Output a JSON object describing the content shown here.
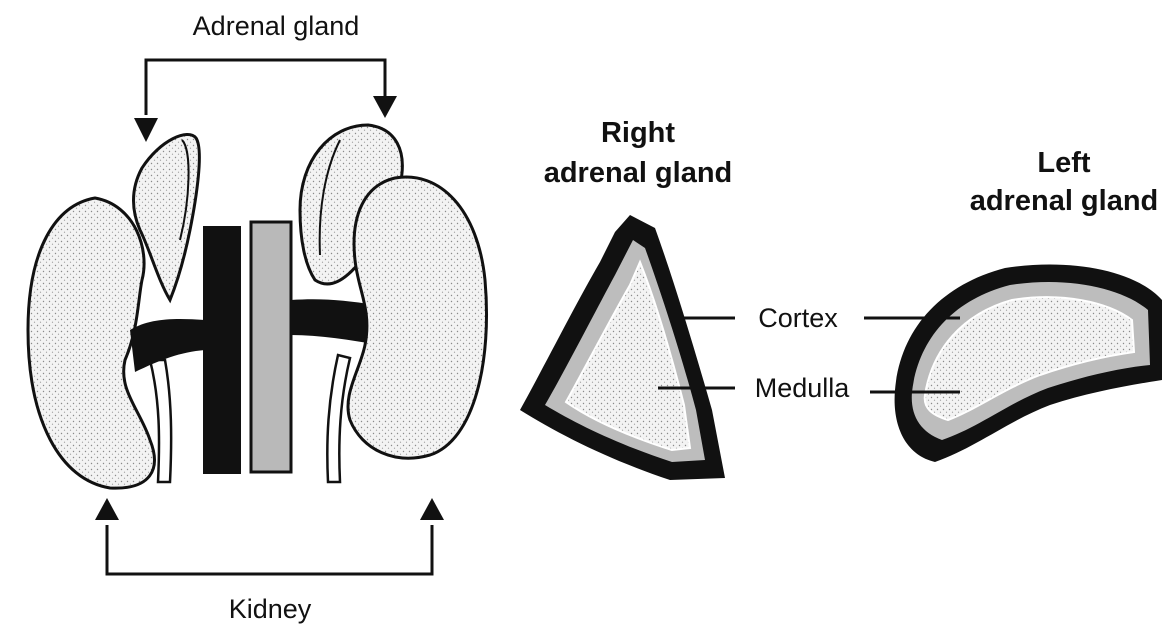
{
  "labels": {
    "adrenal_gland_top": "Adrenal gland",
    "kidney_bottom": "Kidney",
    "right_title_line1": "Right",
    "right_title_line2": "adrenal gland",
    "left_title_line1": "Left",
    "left_title_line2": "adrenal gland",
    "cortex": "Cortex",
    "medulla": "Medulla"
  },
  "colors": {
    "ink": "#111111",
    "stipple_fill": "#ececec",
    "vena_cava": "#b9b9b9",
    "cortex_band": "#bdbdbd",
    "background": "#ffffff"
  }
}
